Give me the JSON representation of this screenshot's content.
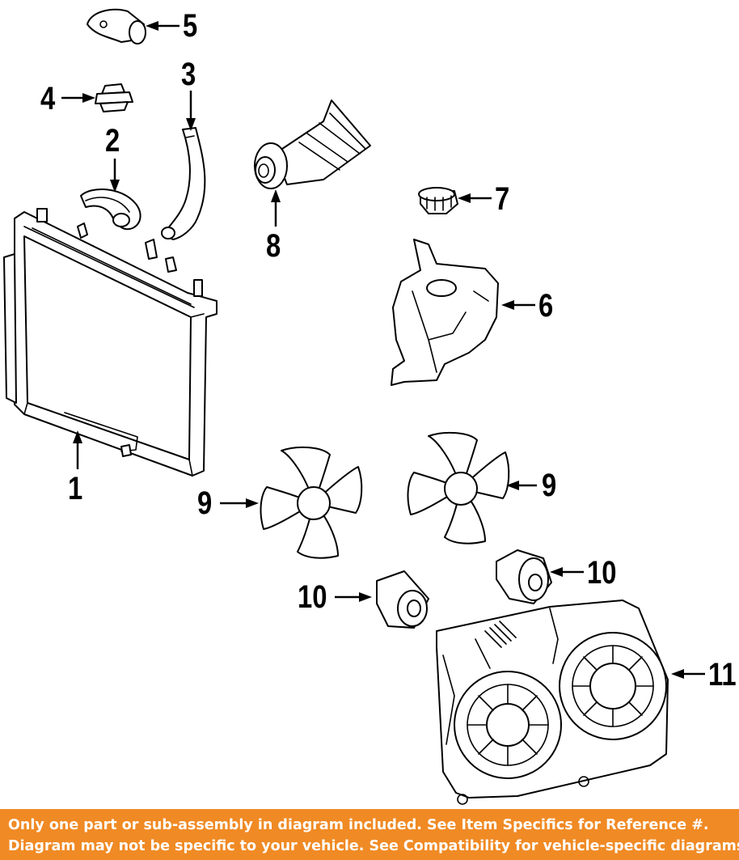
{
  "callouts": [
    {
      "id": "1",
      "label": "1"
    },
    {
      "id": "2",
      "label": "2"
    },
    {
      "id": "3",
      "label": "3"
    },
    {
      "id": "4",
      "label": "4"
    },
    {
      "id": "5",
      "label": "5"
    },
    {
      "id": "6",
      "label": "6"
    },
    {
      "id": "7",
      "label": "7"
    },
    {
      "id": "8",
      "label": "8"
    },
    {
      "id": "9a",
      "label": "9"
    },
    {
      "id": "9b",
      "label": "9"
    },
    {
      "id": "10a",
      "label": "10"
    },
    {
      "id": "10b",
      "label": "10"
    },
    {
      "id": "11",
      "label": "11"
    }
  ],
  "banner": {
    "line1": "Only one part or sub-assembly in diagram included. See Item Specifics for Reference #.",
    "line2": "Diagram may not be specific to your vehicle. See Compatibility for vehicle-specific diagrams.",
    "color": "#f08a24"
  }
}
